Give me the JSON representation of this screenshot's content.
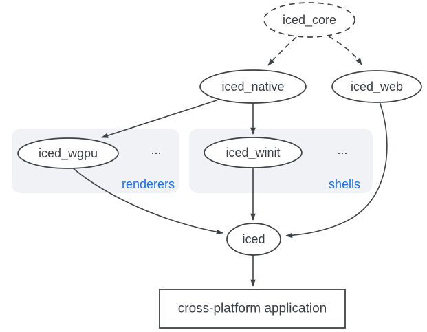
{
  "diagram": {
    "colors": {
      "stroke": "#3e4347",
      "text": "#3a3f45",
      "accent_blue": "#1a73e8",
      "group_fill": "#f0f2f5",
      "node_fill": "#ffffff",
      "background": "#ffffff"
    },
    "nodes": {
      "iced_core": {
        "label": "iced_core"
      },
      "iced_native": {
        "label": "iced_native"
      },
      "iced_web": {
        "label": "iced_web"
      },
      "iced_wgpu": {
        "label": "iced_wgpu"
      },
      "iced_winit": {
        "label": "iced_winit"
      },
      "iced": {
        "label": "iced"
      },
      "application": {
        "label": "cross-platform application"
      }
    },
    "groups": {
      "renderers": {
        "label": "renderers",
        "more": "..."
      },
      "shells": {
        "label": "shells",
        "more": "..."
      }
    }
  }
}
